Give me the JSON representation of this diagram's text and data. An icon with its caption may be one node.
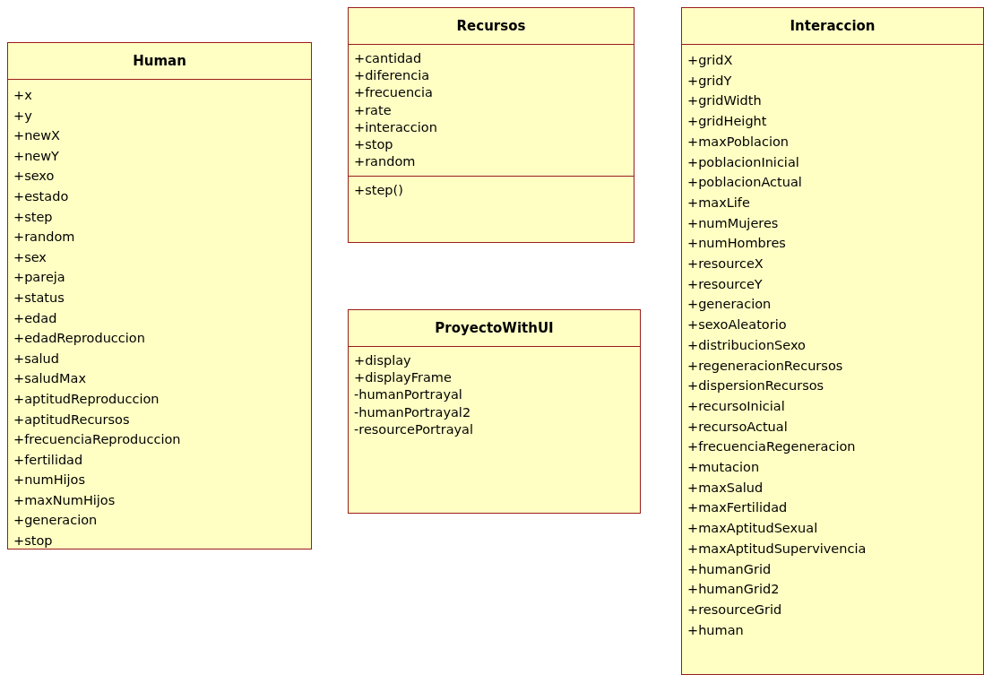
{
  "diagram": {
    "nodes": [
      {
        "text": [
          "Human"
        ]
      },
      {
        "text": [
          "+x",
          "+y",
          "+newX",
          "+newY",
          "+sexo",
          "+estado",
          "+step",
          "+random",
          "+sex",
          "+pareja",
          "+status",
          "+edad",
          "+edadReproduccion",
          "+salud",
          "+saludMax",
          "+aptitudReproduccion",
          "+aptitudRecursos",
          "+frecuenciaReproduccion",
          "+fertilidad",
          "+numHijos",
          "+maxNumHijos",
          "+generacion",
          "+stop"
        ],
        "in": 0
      },
      {
        "text": [
          "Recursos"
        ]
      },
      {
        "text": [
          "+cantidad",
          "+diferencia",
          "+frecuencia",
          "+rate",
          "+interaccion",
          "+stop",
          "+random"
        ],
        "in": 2
      },
      {
        "text": [
          "+step()"
        ],
        "in": 2
      },
      {
        "text": [
          "ProyectoWithUI"
        ]
      },
      {
        "text": [
          "+display",
          "+displayFrame",
          "-humanPortrayal",
          "-humanPortrayal2",
          "-resourcePortrayal"
        ],
        "in": 5
      },
      {
        "text": [
          "Interaccion"
        ]
      },
      {
        "text": [
          "+gridX",
          "+gridY",
          "+gridWidth",
          "+gridHeight",
          "+maxPoblacion",
          "+poblacionInicial",
          "+poblacionActual",
          "+maxLife",
          "+numMujeres",
          "+numHombres",
          "+resourceX",
          "+resourceY",
          "+generacion",
          "+sexoAleatorio",
          "+distribucionSexo",
          "+regeneracionRecursos",
          "+dispersionRecursos",
          "+recursoInicial",
          "+recursoActual",
          "+frecuenciaRegeneracion",
          "+mutacion",
          "+maxSalud",
          "+maxFertilidad",
          "+maxAptitudSexual",
          "+maxAptitudSupervivencia",
          "+humanGrid",
          "+humanGrid2",
          "+resourceGrid",
          "+human"
        ],
        "in": 7
      }
    ],
    "edges": []
  }
}
